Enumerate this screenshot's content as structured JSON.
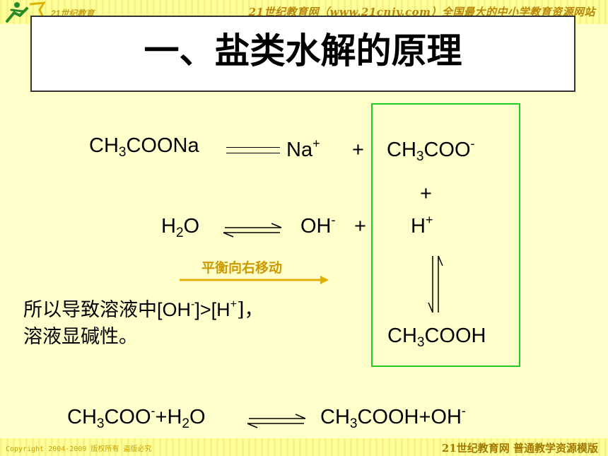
{
  "header": {
    "site_text": "21世纪教育网（www.21cnjy.com）全国最大的中小学教育资源网站",
    "logo_text": "21世纪教育"
  },
  "title": "一、盐类水解的原理",
  "eq1": {
    "left": [
      "CH",
      "3",
      "COONa"
    ],
    "na": [
      "Na",
      "+"
    ],
    "plus": "+",
    "acetate": [
      "CH",
      "3",
      "COO",
      "-"
    ]
  },
  "eq2": {
    "water": [
      "H",
      "2",
      "O"
    ],
    "oh": [
      "OH",
      "-"
    ],
    "plus": "+",
    "h": [
      "H",
      "+"
    ]
  },
  "box": {
    "plus": "+",
    "acid": [
      "CH",
      "3",
      "COOH"
    ]
  },
  "note": "平衡向右移动",
  "conclusion": {
    "line1_cn": "所以导致溶液中",
    "line1_a": "[OH",
    "line1_a_sup": "-",
    "line1_b": "]>[H",
    "line1_b_sup": "+",
    "line1_c": "]，",
    "line2": "溶液显碱性。"
  },
  "net": {
    "left": [
      "CH",
      "3",
      "COO",
      "-",
      "+H",
      "2",
      "O"
    ],
    "right": [
      "CH",
      "3",
      "COOH+OH",
      "-"
    ]
  },
  "footer": {
    "copyright": "Copyright 2004-2009 版权所有 盗版必究",
    "right": "21世纪教育网   普通教学资源模版"
  },
  "colors": {
    "background": "#ffffcc",
    "header": "#ffff99",
    "box_border": "#22cc22",
    "note": "#cc9900",
    "arrow": "#e0b000"
  }
}
